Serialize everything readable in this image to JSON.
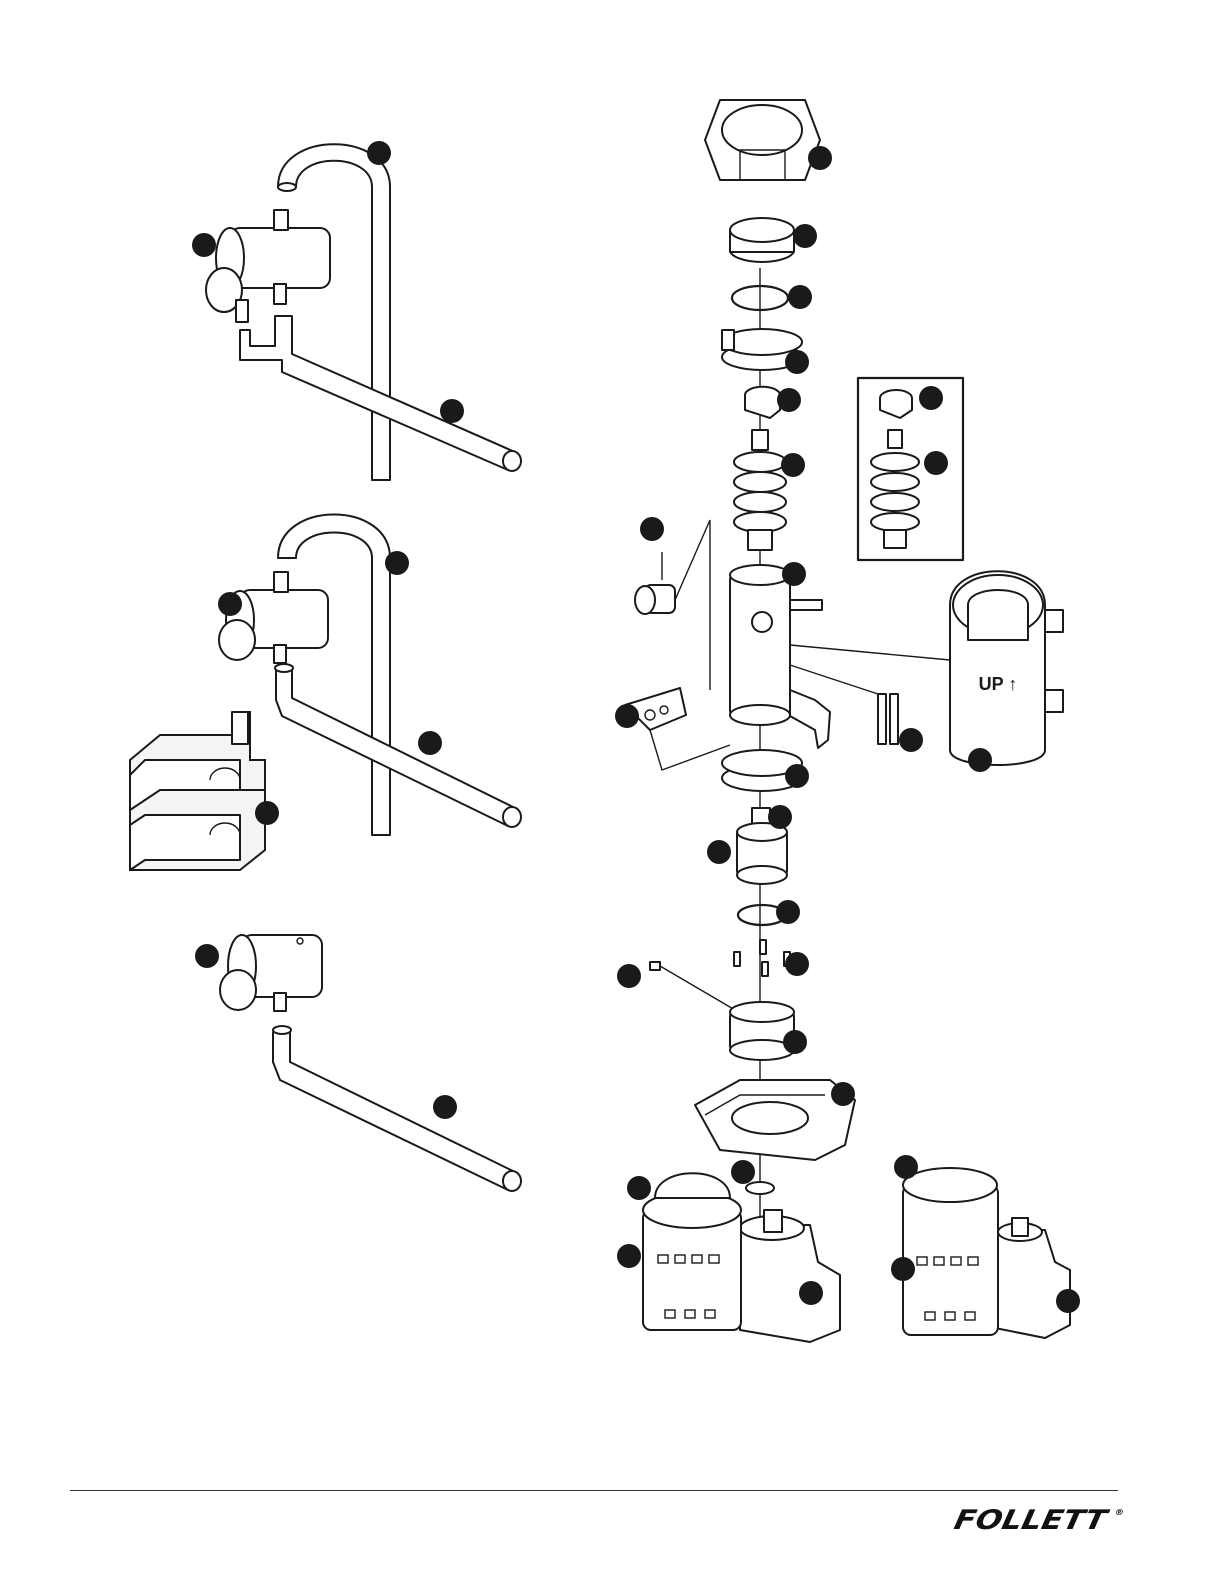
{
  "brand": {
    "logo_text": "FOLLETT",
    "registered_mark": "®"
  },
  "labels": {
    "housing_up_marking": "UP ↑"
  },
  "callout_count": 37
}
